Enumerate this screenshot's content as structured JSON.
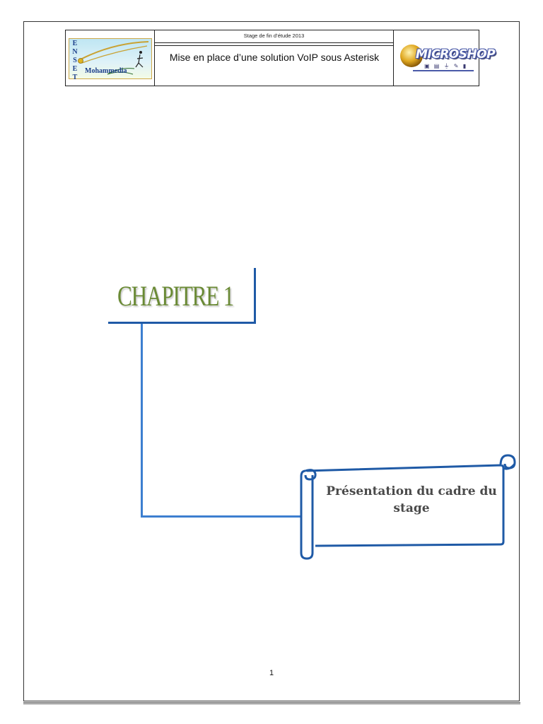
{
  "header": {
    "stage": "Stage de fin d’étude 2013",
    "title": "Mise en place d’une solution VoIP sous Asterisk",
    "left_logo": {
      "letters": [
        "E",
        "N",
        "S",
        "E",
        "T"
      ],
      "city": "Mohammedia"
    },
    "right_logo": {
      "name": "MICROSHOP"
    }
  },
  "chapter": {
    "label": "CHAPITRE 1"
  },
  "section": {
    "title": "Présentation du cadre du stage"
  },
  "footer": {
    "page_number": "1"
  },
  "colors": {
    "chapter_text": "#6a8a35",
    "accent_blue": "#1f5aa6",
    "connector_blue": "#3d7fd0"
  }
}
